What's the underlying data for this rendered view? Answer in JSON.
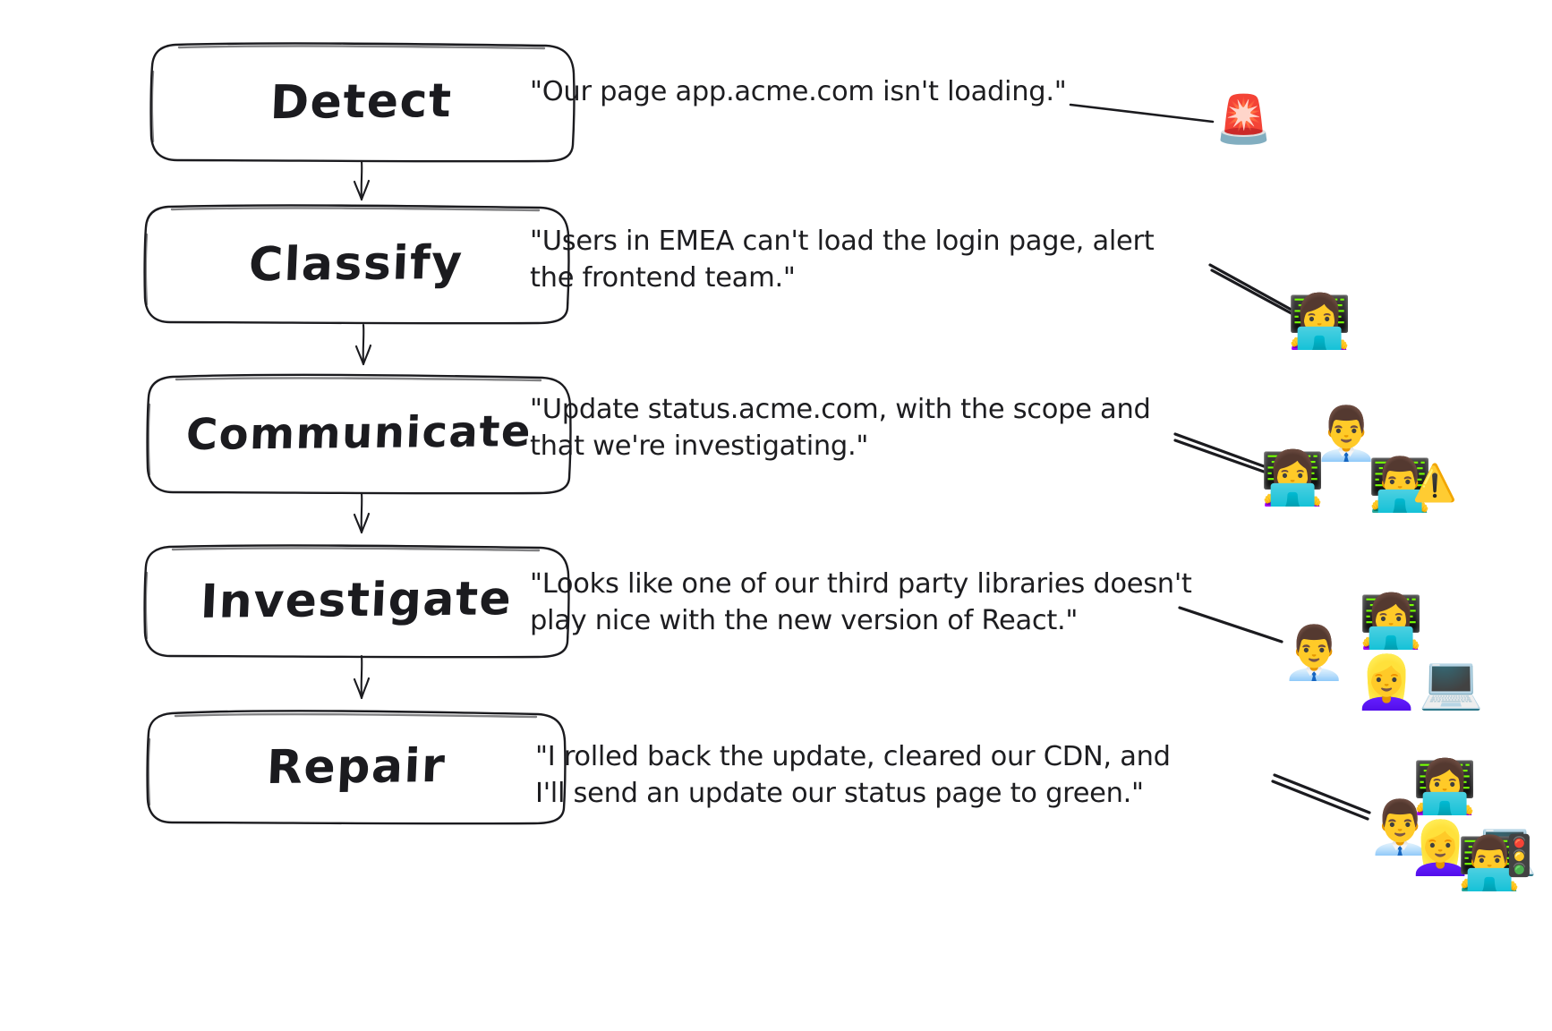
{
  "diagram": {
    "title": "Incident response lifecycle",
    "style": "hand-drawn sketch flowchart",
    "background_color": "#ffffff",
    "stroke_color": "#1b1b1f",
    "text_color": "#1d1d20"
  },
  "steps": [
    {
      "id": "detect",
      "label": "Detect",
      "quote": "\"Our page app.acme.com isn't loading.\"",
      "quote_lines": [
        "\"Our page app.acme.com isn't loading.\""
      ],
      "actors": [
        {
          "name": "rotating-light",
          "glyph": "🚨"
        }
      ]
    },
    {
      "id": "classify",
      "label": "Classify",
      "quote": "\"Users in EMEA can't load the login page, alert the frontend team.\"",
      "quote_lines": [
        "\"Users in EMEA can't load the login page, alert",
        "the frontend team.\""
      ],
      "actors": [
        {
          "name": "woman-technologist",
          "glyph": "👩‍💻"
        }
      ]
    },
    {
      "id": "communicate",
      "label": "Communicate",
      "quote": "\"Update status.acme.com, with the scope and that we're investigating.\"",
      "quote_lines": [
        "\"Update status.acme.com, with the scope and",
        "that we're investigating.\""
      ],
      "actors": [
        {
          "name": "woman-technologist",
          "glyph": "👩‍💻"
        },
        {
          "name": "office-worker",
          "glyph": "👨‍💼"
        },
        {
          "name": "man-technologist",
          "glyph": "👨‍💻"
        },
        {
          "name": "warning-sign",
          "glyph": "⚠️"
        }
      ]
    },
    {
      "id": "investigate",
      "label": "Investigate",
      "quote": "\"Looks like one of our third party libraries doesn't play nice with the new version of React.\"",
      "quote_lines": [
        "\"Looks like one of our third party libraries doesn't",
        "play nice with the new version of React.\""
      ],
      "actors": [
        {
          "name": "office-worker",
          "glyph": "👨‍💼"
        },
        {
          "name": "woman-technologist",
          "glyph": "👩‍💻"
        },
        {
          "name": "blonde-woman-technologist",
          "glyph": "👱‍♀️💻"
        }
      ]
    },
    {
      "id": "repair",
      "label": "Repair",
      "quote": "\"I rolled back the update, cleared our CDN, and I'll send an update our status page to green.\"",
      "quote_lines": [
        "\"I rolled back the update, cleared our CDN, and",
        "I'll send an update our status page to green.\""
      ],
      "actors": [
        {
          "name": "office-worker",
          "glyph": "👨‍💼"
        },
        {
          "name": "woman-technologist",
          "glyph": "👩‍💻"
        },
        {
          "name": "blonde-woman-technologist",
          "glyph": "👱‍♀️💻"
        },
        {
          "name": "man-technologist",
          "glyph": "👨‍💻"
        },
        {
          "name": "traffic-light",
          "glyph": "🚦"
        }
      ]
    }
  ]
}
